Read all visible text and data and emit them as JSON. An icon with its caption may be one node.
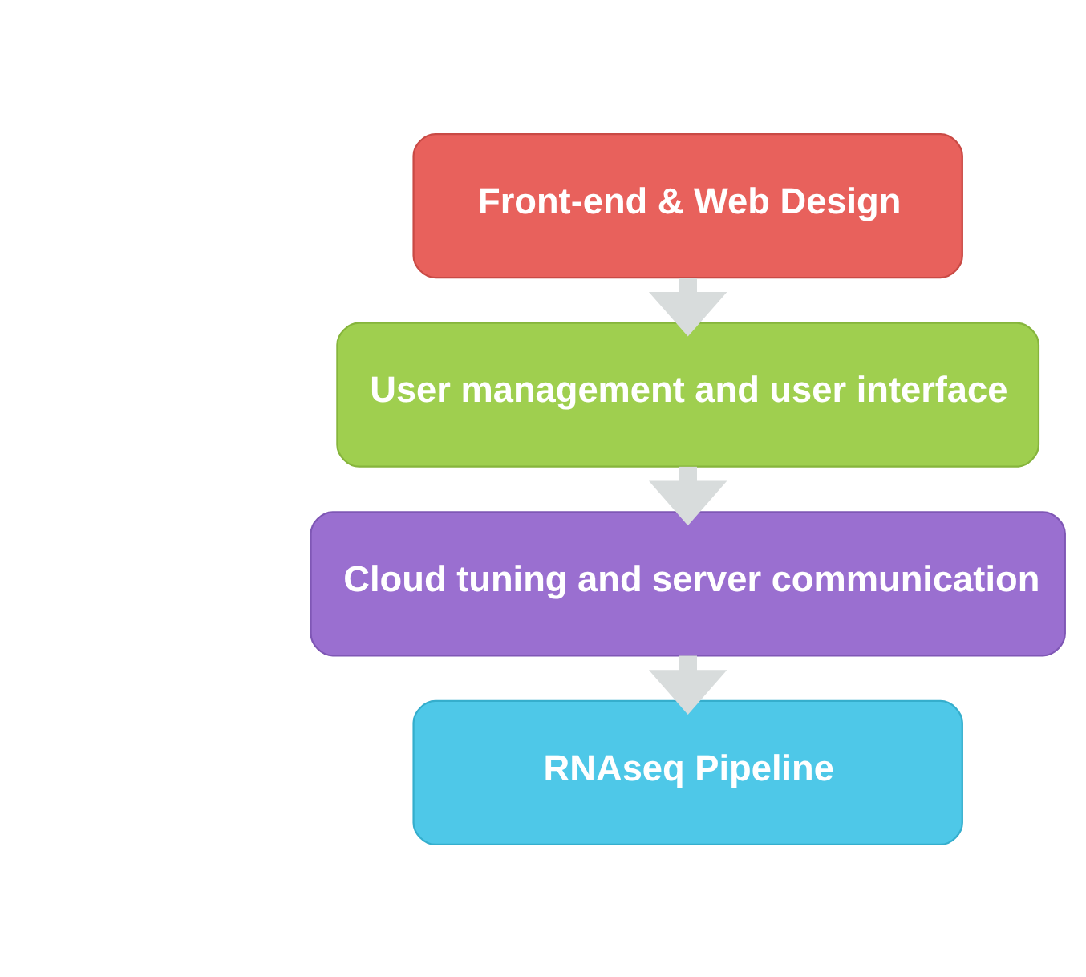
{
  "diagram": {
    "nodes": [
      {
        "text": [
          "Front-end & Web Design"
        ]
      },
      {
        "text": [
          "User management and user interface"
        ]
      },
      {
        "text": [
          "Cloud tuning and server communication"
        ]
      },
      {
        "text": [
          "RNAseq Pipeline"
        ]
      }
    ],
    "edges": [
      {
        "from": 0,
        "to": 1,
        "arrow": "to"
      },
      {
        "from": 1,
        "to": 2,
        "arrow": "to"
      },
      {
        "from": 2,
        "to": 3,
        "arrow": "to"
      }
    ]
  }
}
